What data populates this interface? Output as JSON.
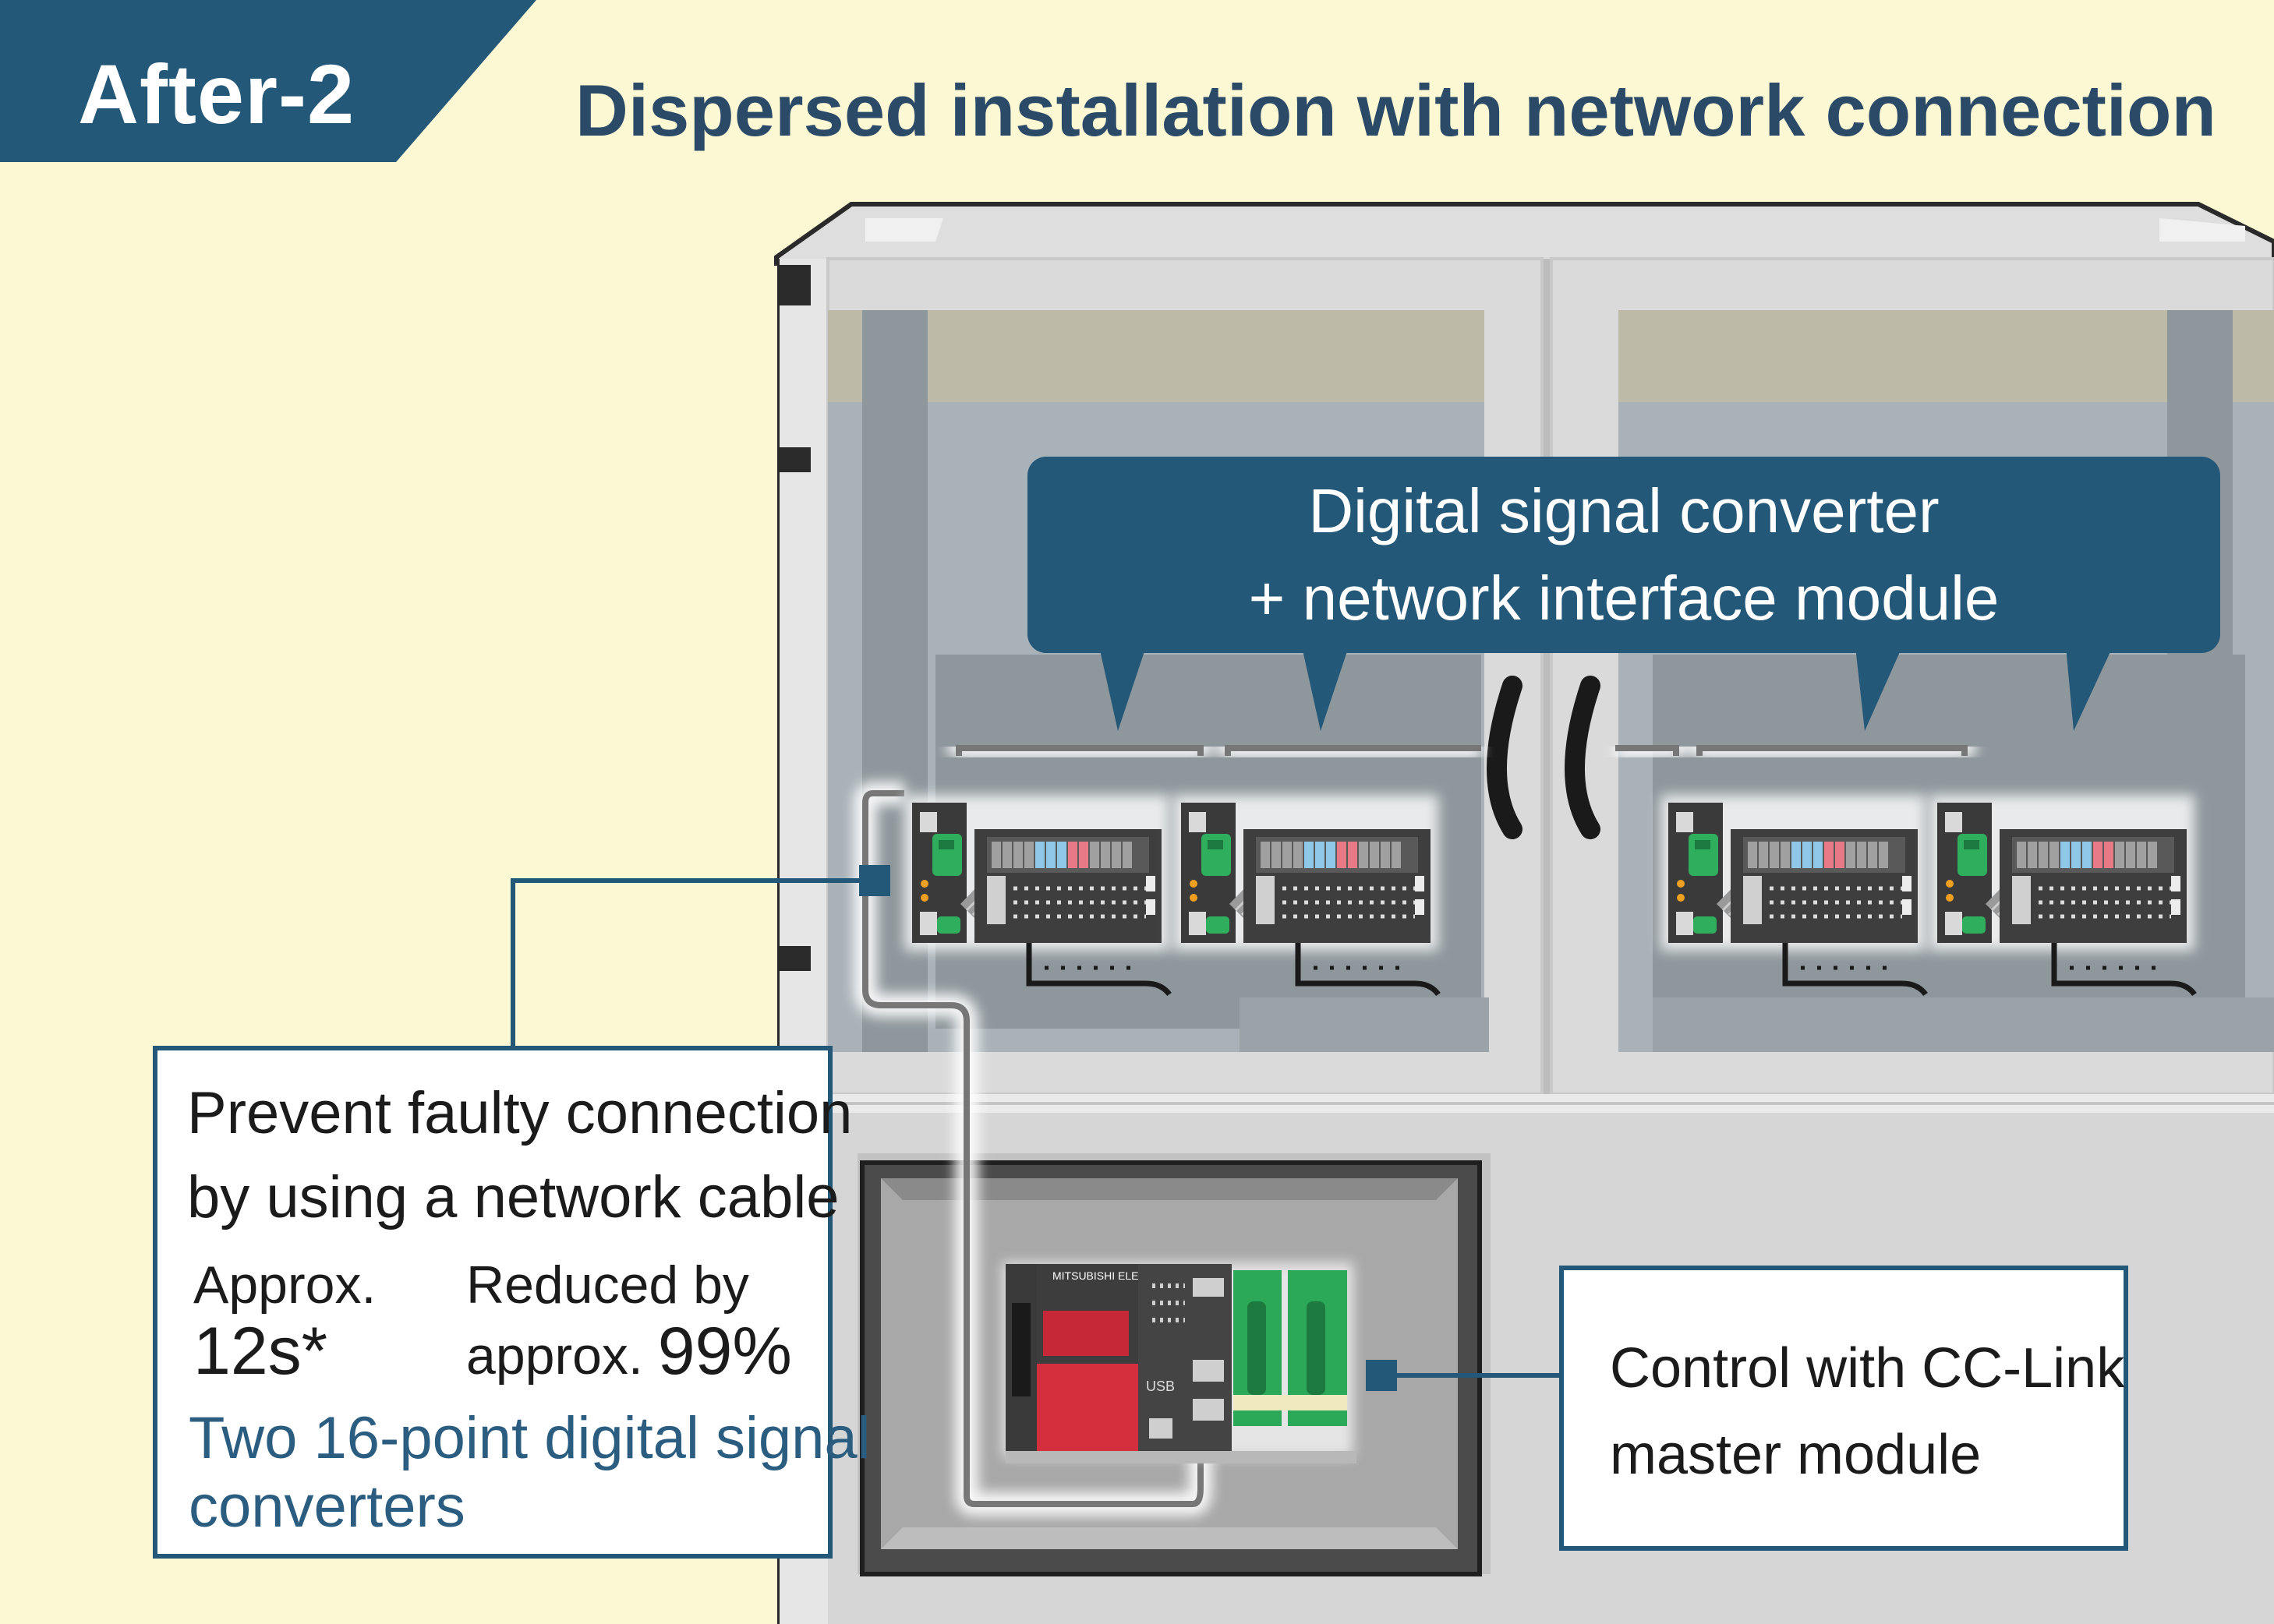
{
  "header": {
    "tag": "After-2",
    "title": "Dispersed installation with network connection"
  },
  "callout": {
    "line1": "Digital signal converter",
    "line2": "+ network interface module"
  },
  "left_box": {
    "line1": "Prevent faulty connection",
    "line2": "by using a network cable",
    "metric_before_1": "Approx.",
    "metric_before_2": "12s*",
    "metric_after_1": "Reduced by",
    "metric_after_2_prefix": "approx.",
    "metric_after_2_value": "99%",
    "sub1": "Two 16-point digital signal",
    "sub2": "converters"
  },
  "right_box": {
    "line1": "Control with CC-Link",
    "line2": "master module"
  },
  "plc": {
    "brand": "MITSUBISHI ELECTRIC",
    "usb": "USB"
  },
  "colors": {
    "background": "#fbf8d3",
    "navy": "#245878",
    "title_text": "#2b4a68",
    "mint": "#cdeee2",
    "orange": "#f7b457",
    "plc_red": "#d52f3d"
  }
}
